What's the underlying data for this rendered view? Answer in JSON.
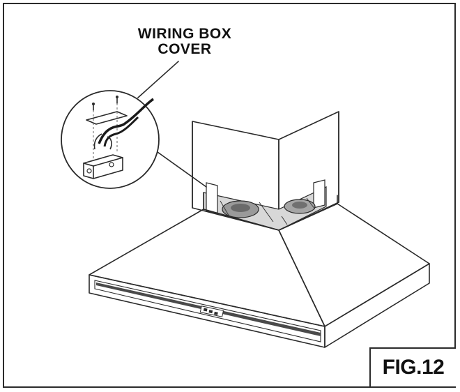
{
  "callout": {
    "line1": "WIRING BOX",
    "line2": "COVER"
  },
  "figure": {
    "label": "FIG.12"
  },
  "colors": {
    "ink": "#2a2a2a",
    "paper": "#ffffff",
    "shadow": "#4a4a4a"
  }
}
